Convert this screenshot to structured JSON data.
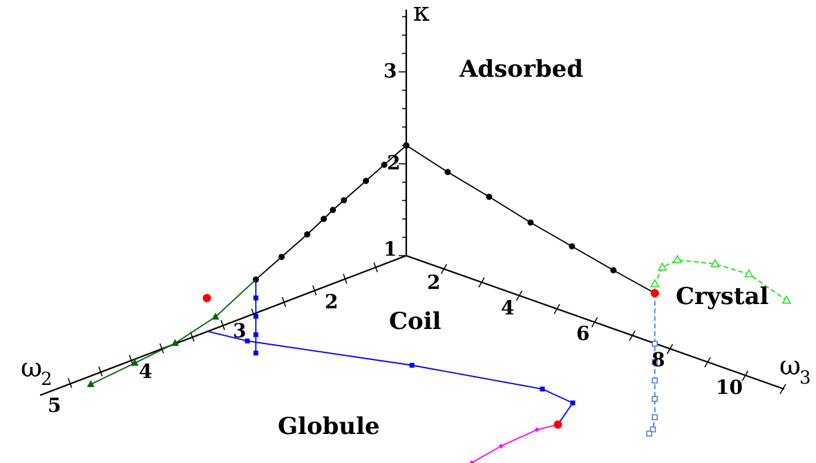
{
  "chart_data": {
    "type": "line",
    "title": "",
    "axes": {
      "kappa": {
        "label": "κ",
        "ticks": [
          "1",
          "2",
          "3"
        ]
      },
      "omega2": {
        "label": "ω",
        "sub": "2",
        "ticks": [
          "2",
          "3",
          "4",
          "5"
        ]
      },
      "omega3": {
        "label": "ω",
        "sub": "3",
        "ticks": [
          "2",
          "4",
          "6",
          "8",
          "10"
        ]
      }
    },
    "regions": [
      "Adsorbed",
      "Coil",
      "Crystal",
      "Globule"
    ],
    "series": [
      {
        "plane": "kappa-omega2",
        "style": "solid",
        "marker": "circle",
        "color": "#000000",
        "points": [
          [
            0.0,
            2.2
          ],
          [
            0.6,
            2.08
          ],
          [
            1.1,
            1.98
          ],
          [
            1.7,
            1.86
          ],
          [
            2.0,
            1.8
          ],
          [
            2.25,
            1.74
          ],
          [
            2.7,
            1.64
          ],
          [
            3.4,
            1.5
          ],
          [
            4.1,
            1.36
          ]
        ]
      },
      {
        "plane": "kappa-omega2",
        "style": "solid",
        "marker": "triangle",
        "color": "#006400",
        "points": [
          [
            4.1,
            1.36
          ],
          [
            5.2,
            1.12
          ],
          [
            6.3,
            1.0
          ],
          [
            7.4,
            0.95
          ],
          [
            8.6,
            0.9
          ]
        ]
      },
      {
        "plane": "kappa-omega2",
        "style": "solid",
        "marker": "square",
        "color": "#0000ff",
        "points": [
          [
            4.1,
            1.36
          ],
          [
            4.1,
            1.16
          ],
          [
            4.1,
            0.96
          ],
          [
            4.1,
            0.76
          ],
          [
            4.1,
            0.56
          ]
        ]
      },
      {
        "plane": "kappa-omega3",
        "style": "solid",
        "marker": "circle",
        "color": "#000000",
        "points": [
          [
            0.0,
            2.2
          ],
          [
            1.1,
            2.07
          ],
          [
            2.2,
            1.96
          ],
          [
            3.3,
            1.84
          ],
          [
            4.4,
            1.74
          ],
          [
            5.5,
            1.64
          ],
          [
            6.6,
            1.55
          ]
        ]
      },
      {
        "plane": "kappa-omega3",
        "style": "dashed",
        "marker": "open-triangle",
        "color": "#22dd22",
        "points": [
          [
            6.6,
            1.55
          ],
          [
            6.6,
            1.65
          ],
          [
            6.8,
            1.86
          ],
          [
            7.2,
            2.0
          ],
          [
            8.2,
            2.1
          ],
          [
            9.1,
            2.12
          ],
          [
            10.1,
            1.98
          ]
        ]
      },
      {
        "plane": "kappa-omega3",
        "style": "dashed",
        "marker": "open-square",
        "color": "#4a7ae0",
        "points": [
          [
            6.6,
            1.55
          ],
          [
            6.6,
            1.0
          ],
          [
            6.6,
            0.8
          ],
          [
            6.6,
            0.6
          ],
          [
            6.6,
            0.4
          ],
          [
            6.6,
            0.2
          ],
          [
            6.55,
            0.06
          ],
          [
            6.45,
            0.0
          ]
        ]
      },
      {
        "plane": "omega2-omega3",
        "style": "solid",
        "marker": "square",
        "color": "#0000ff",
        "points": [
          [
            3.26,
            0.0
          ],
          [
            3.16,
            0.91
          ],
          [
            2.4,
            4.05
          ],
          [
            1.9,
            6.7
          ],
          [
            1.97,
            7.62
          ],
          [
            2.57,
            8.2
          ]
        ]
      },
      {
        "plane": "omega2-omega3",
        "style": "solid",
        "marker": "diamond",
        "color": "#ff00ff",
        "points": [
          [
            2.57,
            8.2
          ],
          [
            2.85,
            8.1
          ],
          [
            3.5,
            8.2
          ],
          [
            4.1,
            8.4
          ]
        ]
      },
      {
        "plane": "tricritical",
        "style": "none",
        "marker": "circle",
        "color": "#ff0000",
        "points": [
          [
            3.26,
            0.0,
            1.36
          ],
          [
            0.0,
            6.6,
            1.55
          ],
          [
            2.57,
            8.2,
            0.0
          ]
        ]
      }
    ]
  }
}
